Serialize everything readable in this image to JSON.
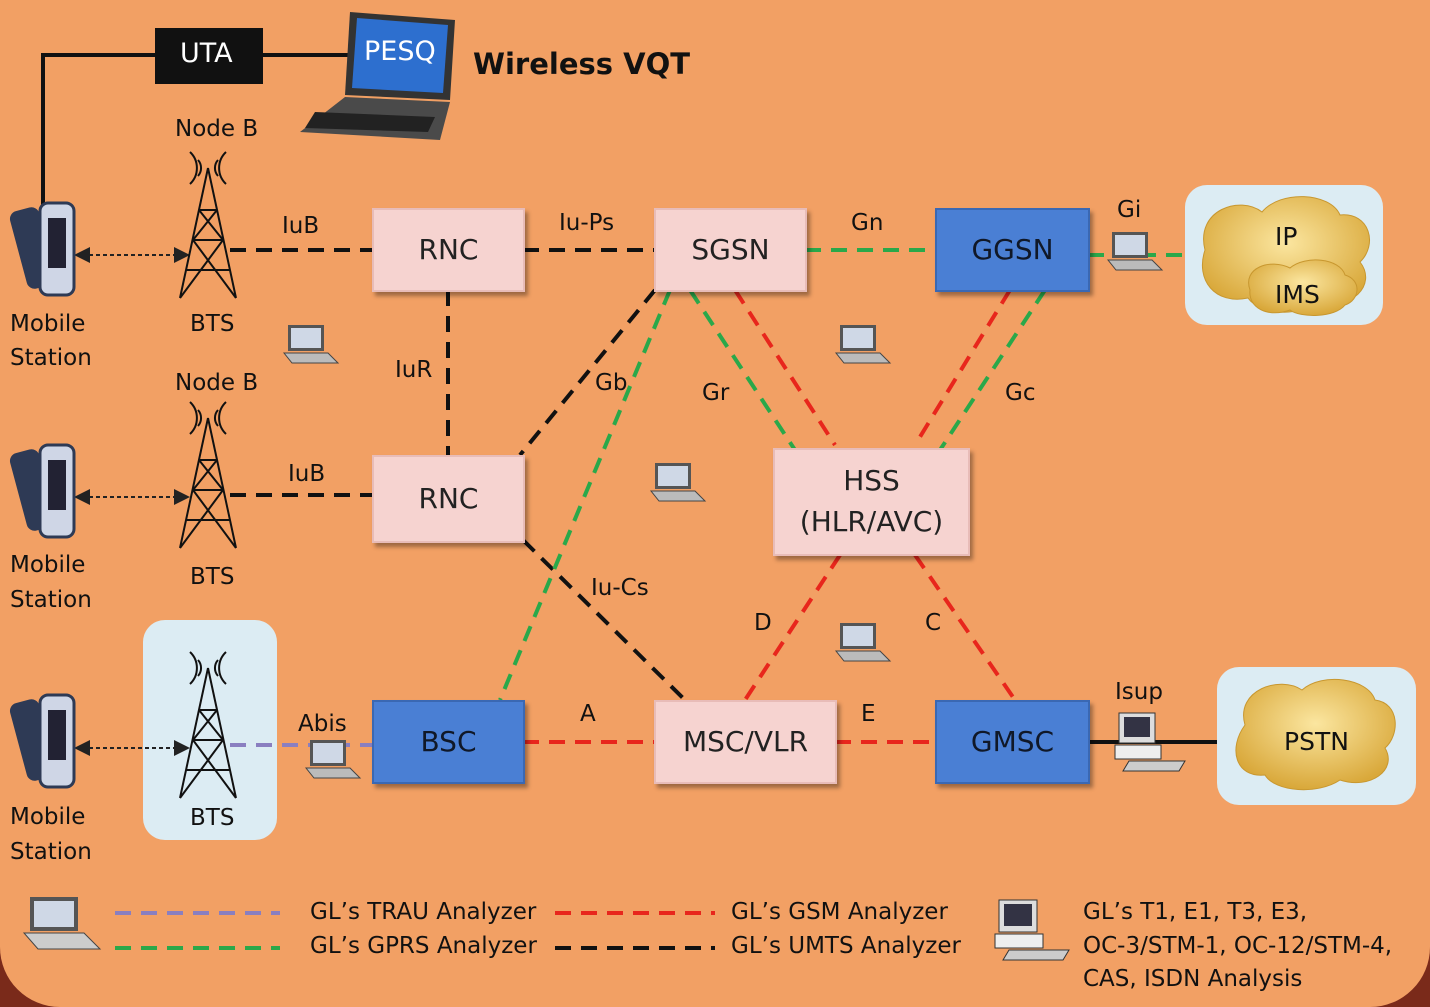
{
  "header": {
    "uta": "UTA",
    "pesq": "PESQ",
    "title": "Wireless VQT"
  },
  "nodes": {
    "rnc1": "RNC",
    "rnc2": "RNC",
    "sgsn": "SGSN",
    "ggsn": "GGSN",
    "hss_line1": "HSS",
    "hss_line2": "(HLR/AVC)",
    "bsc": "BSC",
    "msc": "MSC/VLR",
    "gmsc": "GMSC"
  },
  "clouds": {
    "ip": "IP",
    "ims": "IMS",
    "pstn": "PSTN"
  },
  "stations": {
    "nodeb1": "Node B",
    "bts1": "BTS",
    "ms1_line1": "Mobile",
    "ms1_line2": "Station",
    "nodeb2": "Node B",
    "bts2": "BTS",
    "ms2_line1": "Mobile",
    "ms2_line2": "Station",
    "bts3": "BTS",
    "ms3_line1": "Mobile",
    "ms3_line2": "Station"
  },
  "interfaces": {
    "iub1": "IuB",
    "iub2": "IuB",
    "iups": "Iu-Ps",
    "gn": "Gn",
    "gi": "Gi",
    "iur": "IuR",
    "gb": "Gb",
    "gr": "Gr",
    "gc": "Gc",
    "iucs": "Iu-Cs",
    "d": "D",
    "c": "C",
    "abis": "Abis",
    "a": "A",
    "e": "E",
    "isup": "Isup"
  },
  "legend": {
    "trau": "GL’s TRAU Analyzer",
    "gprs": "GL’s GPRS Analyzer",
    "gsm": "GL’s GSM Analyzer",
    "umts": "GL’s  UMTS Analyzer",
    "t1_line1": "GL’s T1, E1, T3, E3,",
    "t1_line2": "OC-3/STM-1, OC-12/STM-4,",
    "t1_line3": "CAS, ISDN Analysis"
  },
  "colors": {
    "background": "#f2a064",
    "gsm": "#e8261c",
    "gprs": "#2aa84a",
    "umts": "#111111",
    "trau": "#8a7fc0",
    "pink_node": "#f6d3d0",
    "blue_node": "#4a7fd4"
  }
}
